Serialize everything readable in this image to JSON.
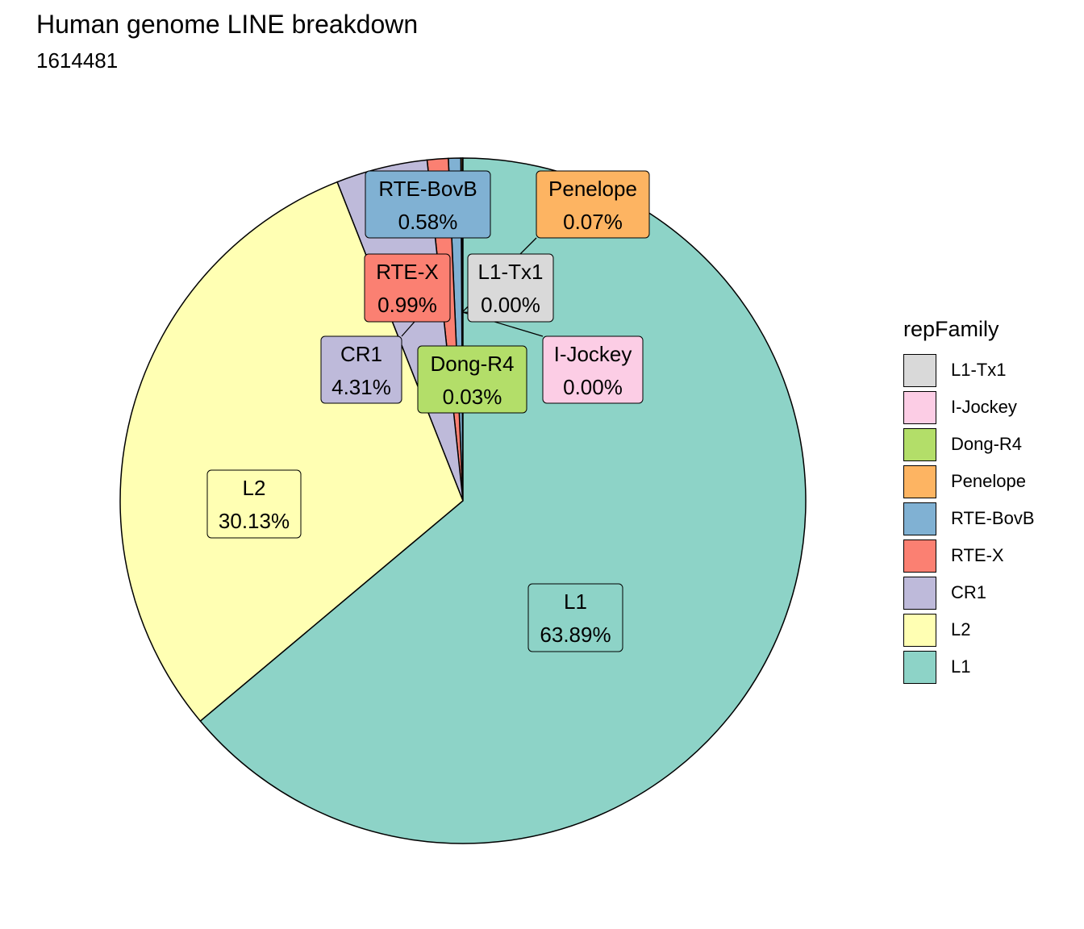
{
  "title": "Human genome LINE breakdown",
  "subtitle": "1614481",
  "chart_data": {
    "type": "pie",
    "legend_title": "repFamily",
    "legend_position": "right",
    "slices": [
      {
        "name": "L1-Tx1",
        "percent": 0.0,
        "label": "0.00%",
        "color": "#D9D9D9"
      },
      {
        "name": "I-Jockey",
        "percent": 0.0,
        "label": "0.00%",
        "color": "#FCCDE5"
      },
      {
        "name": "Dong-R4",
        "percent": 0.03,
        "label": "0.03%",
        "color": "#B3DE69"
      },
      {
        "name": "Penelope",
        "percent": 0.07,
        "label": "0.07%",
        "color": "#FDB462"
      },
      {
        "name": "RTE-BovB",
        "percent": 0.58,
        "label": "0.58%",
        "color": "#80B1D3"
      },
      {
        "name": "RTE-X",
        "percent": 0.99,
        "label": "0.99%",
        "color": "#FB8072"
      },
      {
        "name": "CR1",
        "percent": 4.31,
        "label": "4.31%",
        "color": "#BEBADA"
      },
      {
        "name": "L2",
        "percent": 30.13,
        "label": "30.13%",
        "color": "#FFFFB3"
      },
      {
        "name": "L1",
        "percent": 63.89,
        "label": "63.89%",
        "color": "#8DD3C7"
      }
    ]
  }
}
